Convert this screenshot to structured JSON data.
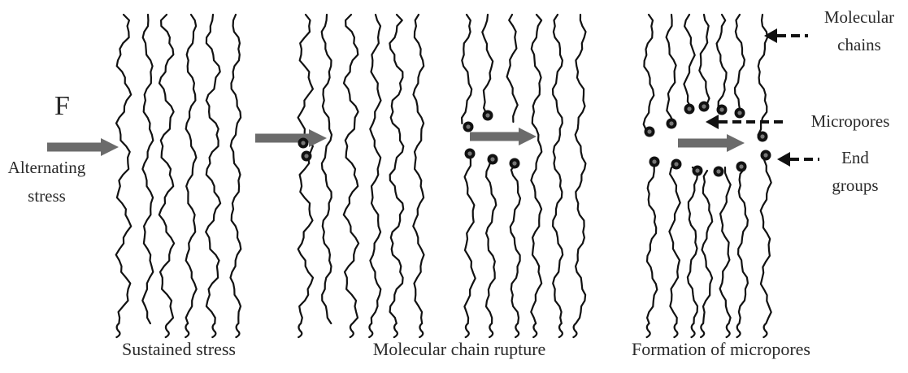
{
  "labels": {
    "force": "F",
    "alternating_line1": "Alternating",
    "alternating_line2": "stress",
    "molecular_chains_line1": "Molecular",
    "molecular_chains_line2": "chains",
    "micropores": "Micropores",
    "end_groups_line1": "End",
    "end_groups_line2": "groups"
  },
  "panels": [
    {
      "caption": "Sustained stress"
    },
    {
      "caption": "Molecular chain rupture"
    },
    {
      "caption": "Formation of micropores"
    }
  ],
  "colors": {
    "chain": "#111111",
    "arrow": "#6b6b6b",
    "pointer": "#111111",
    "end_group_outer": "#111111",
    "end_group_inner": "#777777"
  }
}
